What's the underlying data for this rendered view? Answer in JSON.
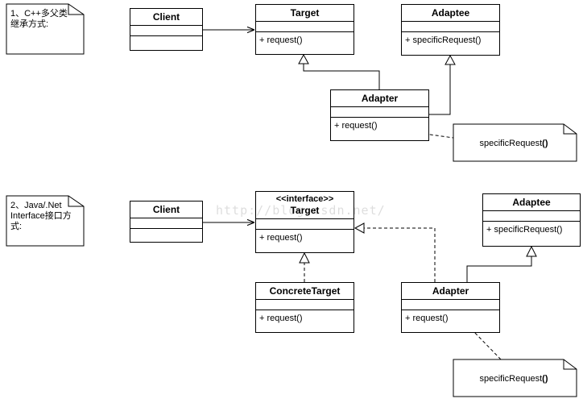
{
  "notes": {
    "cpp": "1、C++多父类\n继承方式:",
    "java": "2、Java/.Net\nInterface接口方\n式:",
    "call_top_prefix": "specificRequest",
    "call_top_suffix": "()",
    "call_bottom_prefix": "specificRequest",
    "call_bottom_suffix": "()"
  },
  "diagram1": {
    "client": {
      "name": "Client"
    },
    "target": {
      "name": "Target",
      "op": "+ request()"
    },
    "adaptee": {
      "name": "Adaptee",
      "op": "+ specificRequest()"
    },
    "adapter": {
      "name": "Adapter",
      "op": "+ request()"
    }
  },
  "diagram2": {
    "client": {
      "name": "Client"
    },
    "target": {
      "stereotype": "<<interface>>",
      "name": "Target",
      "op": "+ request()"
    },
    "concrete": {
      "name": "ConcreteTarget",
      "op": "+ request()"
    },
    "adaptee": {
      "name": "Adaptee",
      "op": "+ specificRequest()"
    },
    "adapter": {
      "name": "Adapter",
      "op": "+ request()"
    }
  },
  "watermark": "http://blog.csdn.net/"
}
